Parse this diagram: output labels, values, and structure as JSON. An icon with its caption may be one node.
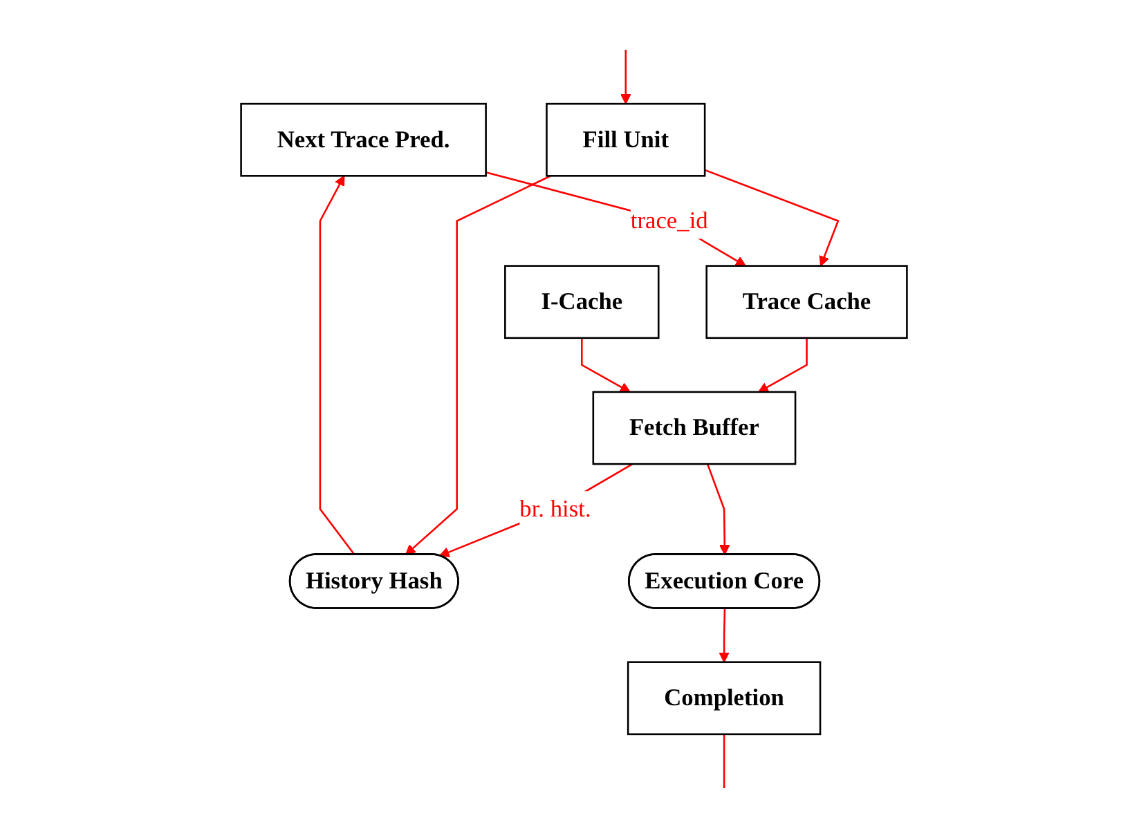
{
  "diagram": {
    "nodes": [
      {
        "text": [
          "Next Trace Pred."
        ]
      },
      {
        "text": [
          "Trace Cache"
        ]
      },
      {
        "text": [
          "I-Cache"
        ]
      },
      {
        "text": [
          "History Hash"
        ]
      },
      {
        "text": [
          "Fetch Buffer"
        ]
      },
      {
        "text": [
          "Execution Core"
        ]
      },
      {
        "text": [
          "Fill Unit"
        ]
      },
      {
        "text": [
          "Completion"
        ]
      }
    ],
    "edges": [
      {
        "from": 6,
        "to": 1,
        "arrow": "to"
      },
      {
        "from": 0,
        "to": 1,
        "label": "trace_id",
        "arrow": "to"
      },
      {
        "from": 1,
        "to": 4,
        "arrow": "to"
      },
      {
        "from": 2,
        "to": 4,
        "arrow": "to"
      },
      {
        "from": 4,
        "to": 3,
        "label": "br. hist.",
        "arrow": "to"
      },
      {
        "from": 3,
        "to": 0,
        "arrow": "to"
      },
      {
        "from": 6,
        "to": 3,
        "arrow": "to"
      },
      {
        "from": 4,
        "to": 5,
        "arrow": "to"
      },
      {
        "from": 5,
        "to": 7,
        "arrow": "to"
      },
      {
        "from": null,
        "to": 6,
        "arrow": "to"
      },
      {
        "from": 7,
        "to": null,
        "arrow": "none"
      }
    ]
  }
}
